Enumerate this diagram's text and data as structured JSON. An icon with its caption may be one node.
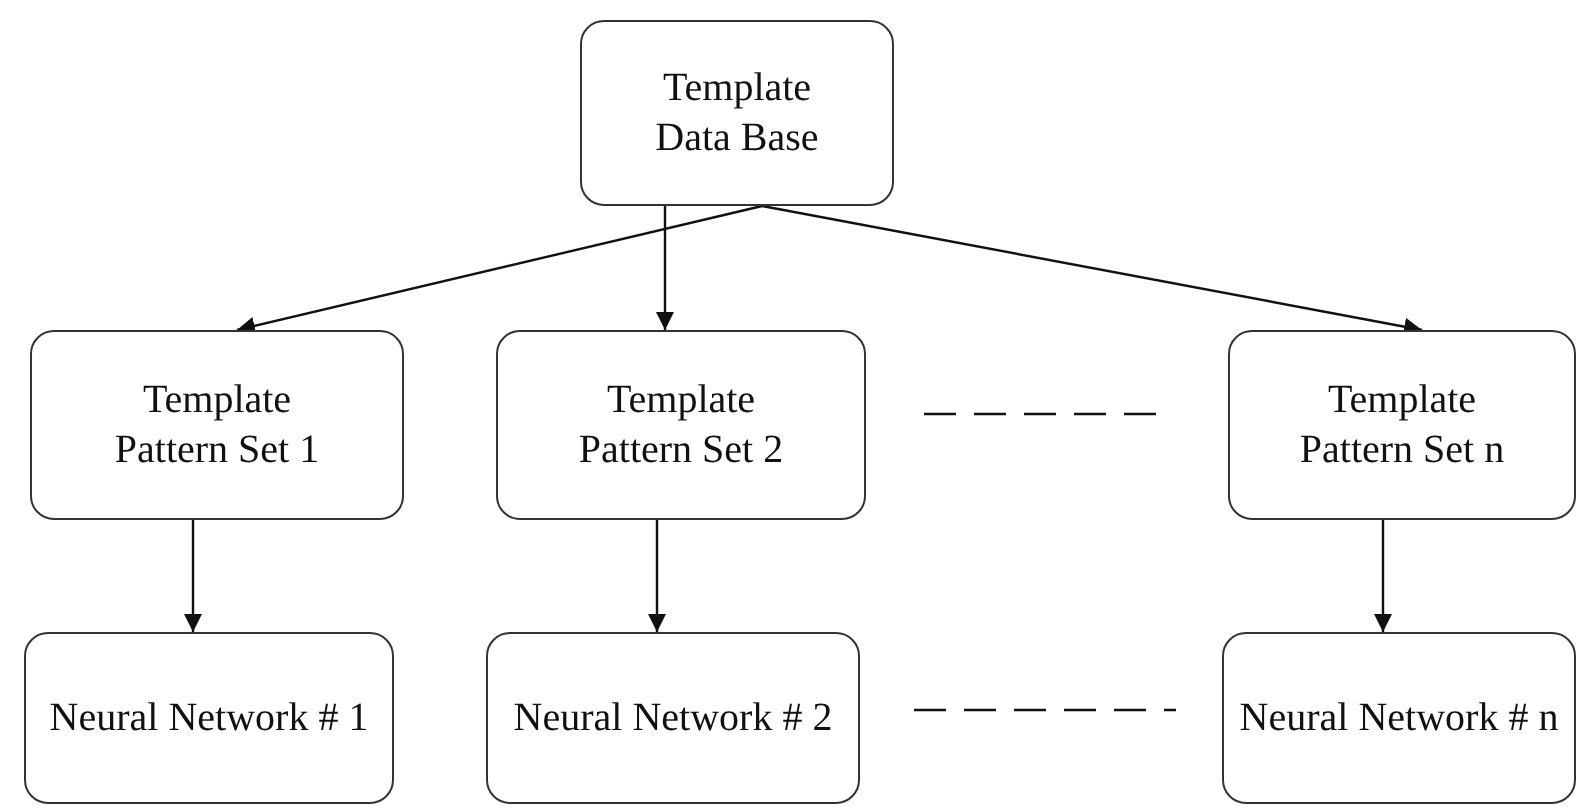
{
  "diagram": {
    "nodes": [
      {
        "text": [
          "Template Data Base"
        ]
      },
      {
        "text": [
          "Template Pattern Set 1"
        ]
      },
      {
        "text": [
          "Template Pattern Set 2"
        ]
      },
      {
        "text": [
          "Template Pattern Set n"
        ]
      },
      {
        "text": [
          "Neural Network # 1"
        ]
      },
      {
        "text": [
          "Neural Network # 2"
        ]
      },
      {
        "text": [
          "Neural Network # n"
        ]
      }
    ],
    "edges": [
      {
        "from": 0,
        "to": 1,
        "arrow": "to"
      },
      {
        "from": 0,
        "to": 2,
        "arrow": "to"
      },
      {
        "from": 0,
        "to": 3,
        "arrow": "to"
      },
      {
        "from": 1,
        "to": 4,
        "arrow": "to"
      },
      {
        "from": 2,
        "to": 5,
        "arrow": "to"
      },
      {
        "from": 3,
        "to": 6,
        "arrow": "to"
      }
    ]
  }
}
